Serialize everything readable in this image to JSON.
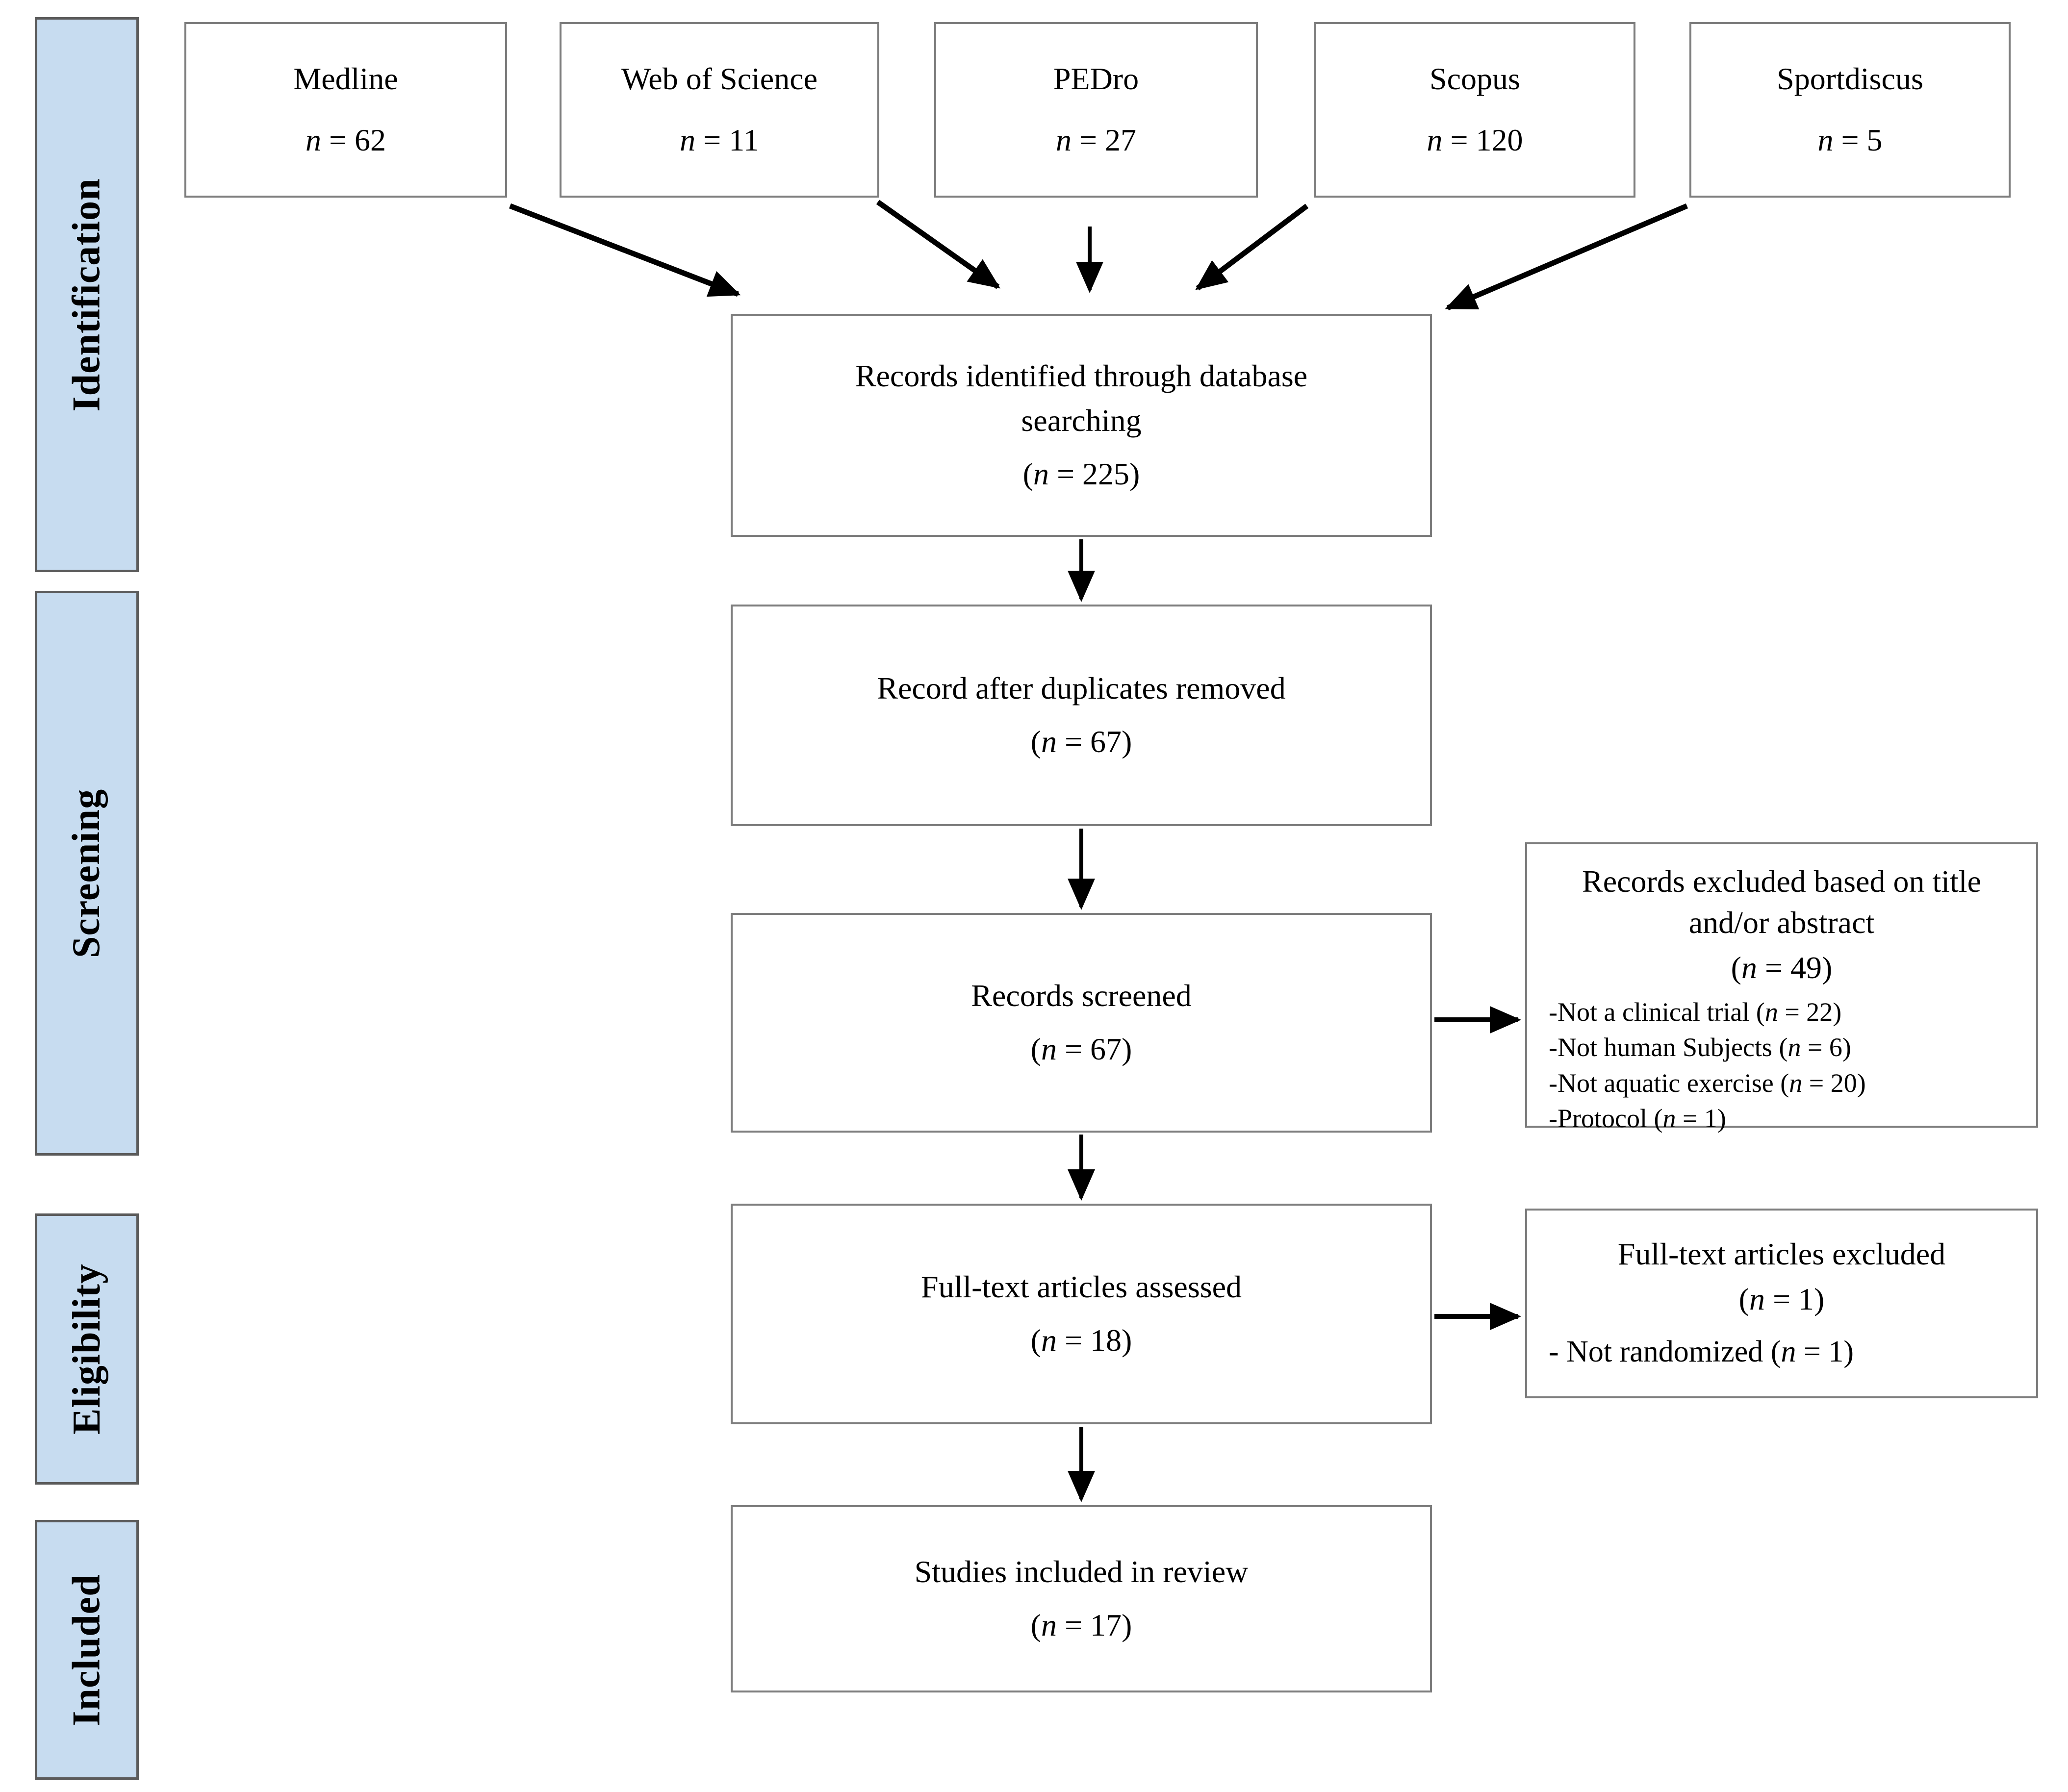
{
  "colors": {
    "stage_fill": "#c7dcf0",
    "stage_border": "#5b5b5b",
    "box_border": "#7d7d7d",
    "arrow": "#000000"
  },
  "sidebar": {
    "stages": [
      {
        "label": "Identification"
      },
      {
        "label": "Screening"
      },
      {
        "label": "Eligibility"
      },
      {
        "label": "Included"
      }
    ]
  },
  "sources": [
    {
      "name": "Medline",
      "count": "n = 62"
    },
    {
      "name": "Web of Science",
      "count": "n = 11"
    },
    {
      "name": "PEDro",
      "count": "n = 27"
    },
    {
      "name": "Scopus",
      "count": "n = 120"
    },
    {
      "name": "Sportdiscus",
      "count": "n = 5"
    }
  ],
  "flow": {
    "identified": {
      "text": "Records identified through database searching",
      "count": "(n = 225)"
    },
    "deduplicated": {
      "text": "Record after duplicates removed",
      "count": "(n = 67)"
    },
    "screened": {
      "text": "Records screened",
      "count": "(n = 67)"
    },
    "fulltext": {
      "text": "Full-text articles assessed",
      "count": "(n = 18)"
    },
    "included": {
      "text": "Studies included in review",
      "count": "(n = 17)"
    }
  },
  "exclusions": {
    "title_abstract": {
      "title": "Records excluded based on title and/or abstract",
      "count": "(n = 49)",
      "reasons": [
        "-Not a clinical trial (n = 22)",
        "-Not human Subjects (n = 6)",
        "-Not aquatic exercise (n = 20)",
        "-Protocol (n = 1)"
      ]
    },
    "fulltext": {
      "title": "Full-text articles excluded",
      "count": "(n = 1)",
      "reasons": [
        "- Not randomized (n = 1)"
      ]
    }
  }
}
